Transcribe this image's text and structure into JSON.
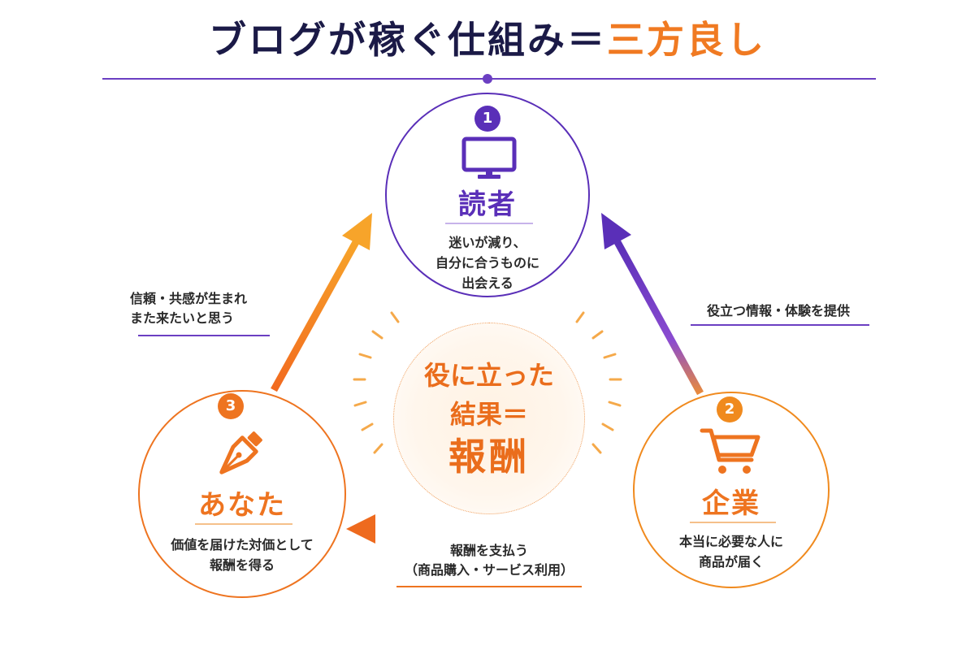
{
  "title": {
    "main": "ブログが稼ぐ仕組み＝",
    "accent": "三方良し"
  },
  "nodes": {
    "reader": {
      "number": "1",
      "title": "読者",
      "description": "迷いが減り、\n自分に合うものに\n出会える",
      "icon": "monitor-icon",
      "color": "#5a2fb8"
    },
    "company": {
      "number": "2",
      "title": "企業",
      "description": "本当に必要な人に\n商品が届く",
      "icon": "shopping-cart-icon",
      "color": "#f08a1e"
    },
    "you": {
      "number": "3",
      "title": "あなた",
      "description": "価値を届けた対価として\n報酬を得る",
      "icon": "fountain-pen-icon",
      "color": "#ee7420"
    }
  },
  "flows": {
    "company_to_reader": "役立つ情報・体験を提供",
    "reader_to_you": "信頼・共感が生まれ\nまた来たいと思う",
    "company_to_you": "報酬を支払う\n（商品購入・サービス利用）"
  },
  "center": {
    "line1": "役に立った",
    "line2": "結果＝",
    "line3": "報酬"
  },
  "colors": {
    "purple": "#5a2fb8",
    "orange": "#ee7420",
    "navy": "#1b1a47"
  }
}
